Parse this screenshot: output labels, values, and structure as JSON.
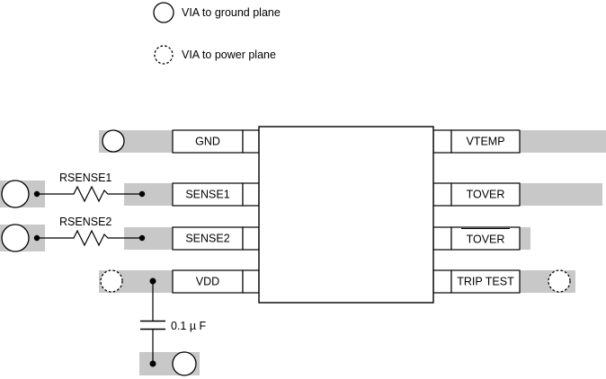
{
  "legend": {
    "items": [
      {
        "icon": "via-ground-circle",
        "label": "VIA to ground plane"
      },
      {
        "icon": "via-power-circle",
        "label": "VIA to power plane"
      }
    ]
  },
  "colors": {
    "trace": "#c8c8c8",
    "outline": "#000000",
    "background": "#ffffff"
  },
  "ic": {
    "left_pins": [
      {
        "name": "GND",
        "label": "GND",
        "overbar": false
      },
      {
        "name": "SENSE1",
        "label": "SENSE1",
        "overbar": false
      },
      {
        "name": "SENSE2",
        "label": "SENSE2",
        "overbar": false
      },
      {
        "name": "VDD",
        "label": "VDD",
        "overbar": false
      }
    ],
    "right_pins": [
      {
        "name": "VTEMP",
        "label": "VTEMP",
        "overbar": false
      },
      {
        "name": "TOVER",
        "label": "TOVER",
        "overbar": false
      },
      {
        "name": "TOVER_BAR",
        "label": "TOVER",
        "overbar": true
      },
      {
        "name": "TRIP_TEST",
        "label": "TRIP TEST",
        "overbar": false
      }
    ]
  },
  "components": [
    {
      "name": "RSENSE1",
      "label": "RSENSE1",
      "type": "resistor",
      "pin": "SENSE1"
    },
    {
      "name": "RSENSE2",
      "label": "RSENSE2",
      "type": "resistor",
      "pin": "SENSE2"
    },
    {
      "name": "C1",
      "label": "0.1 µ F",
      "type": "capacitor",
      "pin": "VDD"
    }
  ],
  "vias": {
    "ground": [
      {
        "at": "gnd-pin-trace"
      },
      {
        "at": "rsense1-left"
      },
      {
        "at": "rsense2-left"
      },
      {
        "at": "capacitor-bottom"
      }
    ],
    "power": [
      {
        "at": "vdd-pin-trace"
      },
      {
        "at": "trip-test-trace"
      }
    ]
  }
}
